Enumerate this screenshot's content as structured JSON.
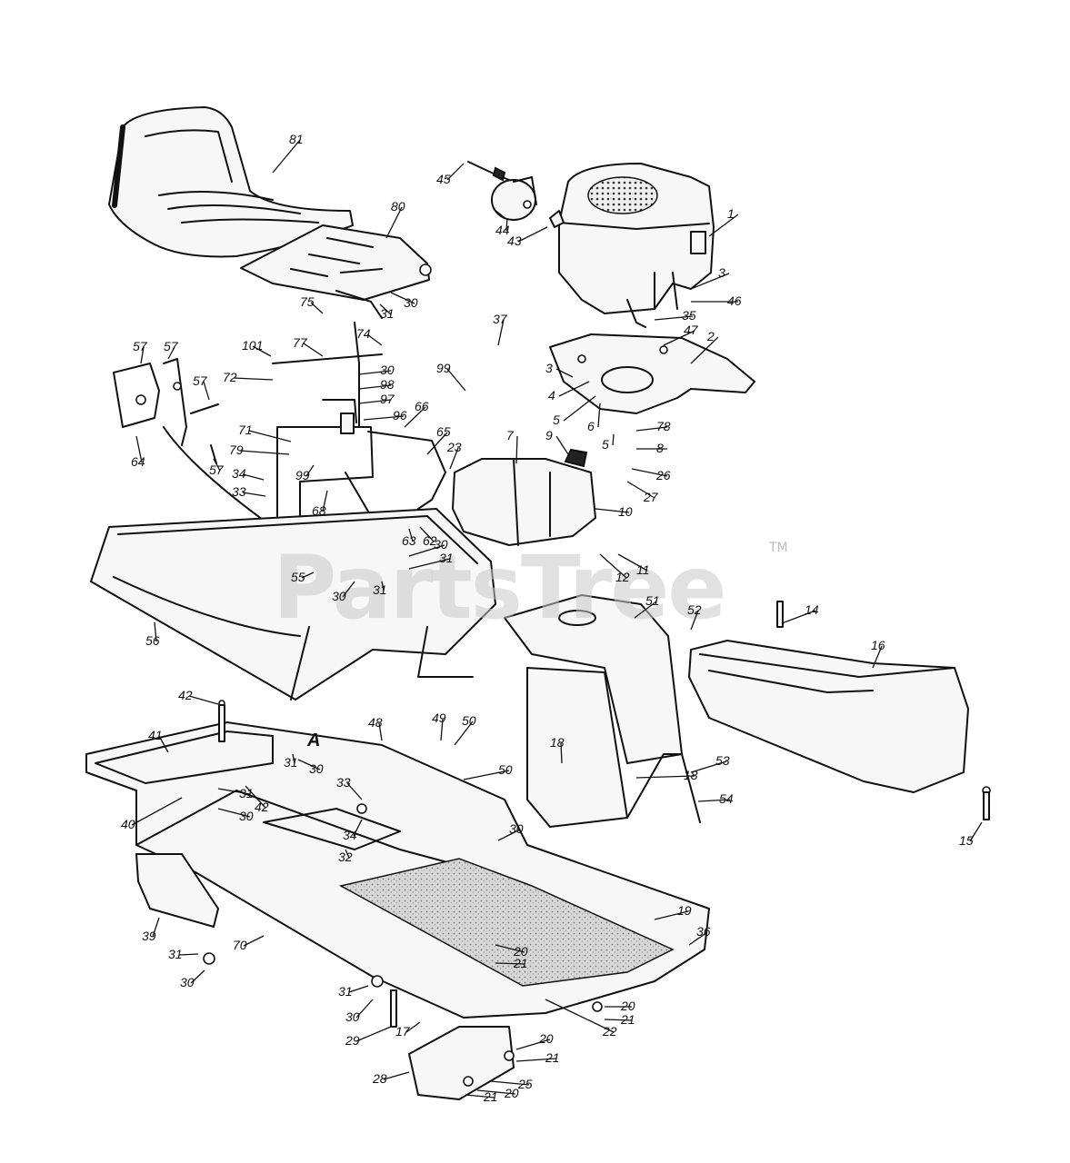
{
  "watermark": {
    "brand": "PartsTree",
    "trademark": "TM"
  },
  "callouts": [
    "81",
    "80",
    "45",
    "44",
    "43",
    "1",
    "3",
    "46",
    "35",
    "47",
    "2",
    "75",
    "31",
    "30",
    "74",
    "77",
    "101",
    "72",
    "98",
    "97",
    "96",
    "66",
    "71",
    "79",
    "99",
    "37",
    "4",
    "5",
    "6",
    "78",
    "8",
    "26",
    "27",
    "9",
    "10",
    "7",
    "23",
    "65",
    "34",
    "33",
    "68",
    "63",
    "62",
    "57",
    "64",
    "55",
    "11",
    "12",
    "14",
    "51",
    "52",
    "16",
    "56",
    "42",
    "41",
    "48",
    "49",
    "50",
    "18",
    "53",
    "54",
    "15",
    "40",
    "32",
    "19",
    "36",
    "39",
    "70",
    "29",
    "17",
    "20",
    "21",
    "22",
    "28",
    "25",
    "A"
  ],
  "labels": [
    {
      "id": "81",
      "text": "81"
    },
    {
      "id": "80",
      "text": "80"
    },
    {
      "id": "45",
      "text": "45"
    },
    {
      "id": "44",
      "text": "44"
    },
    {
      "id": "43",
      "text": "43"
    },
    {
      "id": "1",
      "text": "1"
    },
    {
      "id": "3a",
      "text": "3"
    },
    {
      "id": "46",
      "text": "46"
    },
    {
      "id": "35",
      "text": "35"
    },
    {
      "id": "47",
      "text": "47"
    },
    {
      "id": "2",
      "text": "2"
    },
    {
      "id": "75",
      "text": "75"
    },
    {
      "id": "31a",
      "text": "31"
    },
    {
      "id": "30a",
      "text": "30"
    },
    {
      "id": "74",
      "text": "74"
    },
    {
      "id": "77",
      "text": "77"
    },
    {
      "id": "101",
      "text": "101"
    },
    {
      "id": "72",
      "text": "72"
    },
    {
      "id": "30b",
      "text": "30"
    },
    {
      "id": "98",
      "text": "98"
    },
    {
      "id": "97",
      "text": "97"
    },
    {
      "id": "96",
      "text": "96"
    },
    {
      "id": "66",
      "text": "66"
    },
    {
      "id": "71",
      "text": "71"
    },
    {
      "id": "79",
      "text": "79"
    },
    {
      "id": "99a",
      "text": "99"
    },
    {
      "id": "99b",
      "text": "99"
    },
    {
      "id": "37",
      "text": "37"
    },
    {
      "id": "3b",
      "text": "3"
    },
    {
      "id": "4",
      "text": "4"
    },
    {
      "id": "5a",
      "text": "5"
    },
    {
      "id": "6",
      "text": "6"
    },
    {
      "id": "5b",
      "text": "5"
    },
    {
      "id": "78",
      "text": "78"
    },
    {
      "id": "8",
      "text": "8"
    },
    {
      "id": "26",
      "text": "26"
    },
    {
      "id": "27",
      "text": "27"
    },
    {
      "id": "9",
      "text": "9"
    },
    {
      "id": "10",
      "text": "10"
    },
    {
      "id": "7",
      "text": "7"
    },
    {
      "id": "23",
      "text": "23"
    },
    {
      "id": "65",
      "text": "65"
    },
    {
      "id": "34a",
      "text": "34"
    },
    {
      "id": "33a",
      "text": "33"
    },
    {
      "id": "68",
      "text": "68"
    },
    {
      "id": "63",
      "text": "63"
    },
    {
      "id": "62",
      "text": "62"
    },
    {
      "id": "30c",
      "text": "30"
    },
    {
      "id": "31b",
      "text": "31"
    },
    {
      "id": "30d",
      "text": "30"
    },
    {
      "id": "31c",
      "text": "31"
    },
    {
      "id": "57a",
      "text": "57"
    },
    {
      "id": "57b",
      "text": "57"
    },
    {
      "id": "57c",
      "text": "57"
    },
    {
      "id": "57d",
      "text": "57"
    },
    {
      "id": "64",
      "text": "64"
    },
    {
      "id": "55",
      "text": "55"
    },
    {
      "id": "11",
      "text": "11"
    },
    {
      "id": "12",
      "text": "12"
    },
    {
      "id": "14",
      "text": "14"
    },
    {
      "id": "51",
      "text": "51"
    },
    {
      "id": "52",
      "text": "52"
    },
    {
      "id": "16",
      "text": "16"
    },
    {
      "id": "56",
      "text": "56"
    },
    {
      "id": "42a",
      "text": "42"
    },
    {
      "id": "41",
      "text": "41"
    },
    {
      "id": "48",
      "text": "48"
    },
    {
      "id": "49",
      "text": "49"
    },
    {
      "id": "50a",
      "text": "50"
    },
    {
      "id": "50b",
      "text": "50"
    },
    {
      "id": "A",
      "text": "A"
    },
    {
      "id": "31d",
      "text": "31"
    },
    {
      "id": "30e",
      "text": "30"
    },
    {
      "id": "33b",
      "text": "33"
    },
    {
      "id": "34b",
      "text": "34"
    },
    {
      "id": "31e",
      "text": "31"
    },
    {
      "id": "30f",
      "text": "30"
    },
    {
      "id": "42b",
      "text": "42"
    },
    {
      "id": "40",
      "text": "40"
    },
    {
      "id": "30g",
      "text": "30"
    },
    {
      "id": "18a",
      "text": "18"
    },
    {
      "id": "18b",
      "text": "18"
    },
    {
      "id": "53",
      "text": "53"
    },
    {
      "id": "54",
      "text": "54"
    },
    {
      "id": "15",
      "text": "15"
    },
    {
      "id": "32",
      "text": "32"
    },
    {
      "id": "19",
      "text": "19"
    },
    {
      "id": "36",
      "text": "36"
    },
    {
      "id": "39",
      "text": "39"
    },
    {
      "id": "70",
      "text": "70"
    },
    {
      "id": "31f",
      "text": "31"
    },
    {
      "id": "30h",
      "text": "30"
    },
    {
      "id": "20a",
      "text": "20"
    },
    {
      "id": "21a",
      "text": "21"
    },
    {
      "id": "22",
      "text": "22"
    },
    {
      "id": "31g",
      "text": "31"
    },
    {
      "id": "30i",
      "text": "30"
    },
    {
      "id": "29",
      "text": "29"
    },
    {
      "id": "17",
      "text": "17"
    },
    {
      "id": "20b",
      "text": "20"
    },
    {
      "id": "21b",
      "text": "21"
    },
    {
      "id": "20c",
      "text": "20"
    },
    {
      "id": "21c",
      "text": "21"
    },
    {
      "id": "28",
      "text": "28"
    },
    {
      "id": "25",
      "text": "25"
    },
    {
      "id": "20d",
      "text": "20"
    },
    {
      "id": "21d",
      "text": "21"
    }
  ]
}
